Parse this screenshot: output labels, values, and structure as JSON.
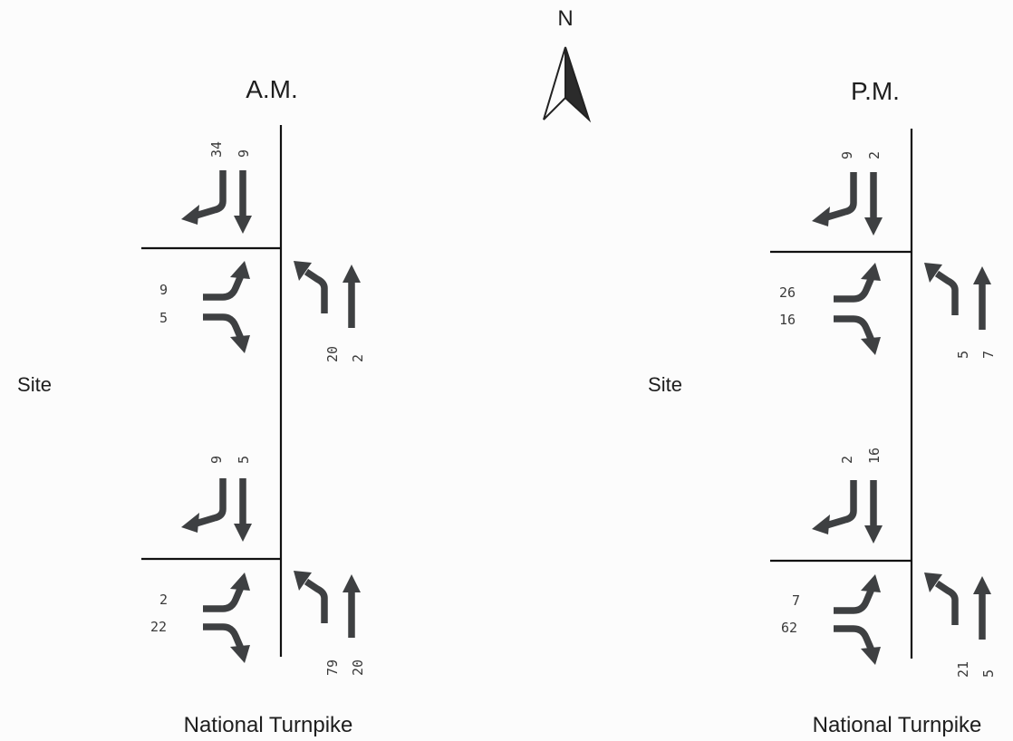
{
  "compass": {
    "label": "N"
  },
  "panels": [
    {
      "title": "A.M.",
      "site_label": "Site",
      "road_label": "National Turnpike",
      "intersections": [
        {
          "sb_left": "34",
          "sb_through": "9",
          "eb_left": "9",
          "eb_right": "5",
          "nb_left": "20",
          "nb_through": "2"
        },
        {
          "sb_left": "9",
          "sb_through": "5",
          "eb_left": "2",
          "eb_right": "22",
          "nb_left": "79",
          "nb_through": "20"
        }
      ]
    },
    {
      "title": "P.M.",
      "site_label": "Site",
      "road_label": "National Turnpike",
      "intersections": [
        {
          "sb_left": "9",
          "sb_through": "2",
          "eb_left": "26",
          "eb_right": "16",
          "nb_left": "5",
          "nb_through": "7"
        },
        {
          "sb_left": "2",
          "sb_through": "16",
          "eb_left": "7",
          "eb_right": "62",
          "nb_left": "21",
          "nb_through": "5"
        }
      ]
    }
  ]
}
